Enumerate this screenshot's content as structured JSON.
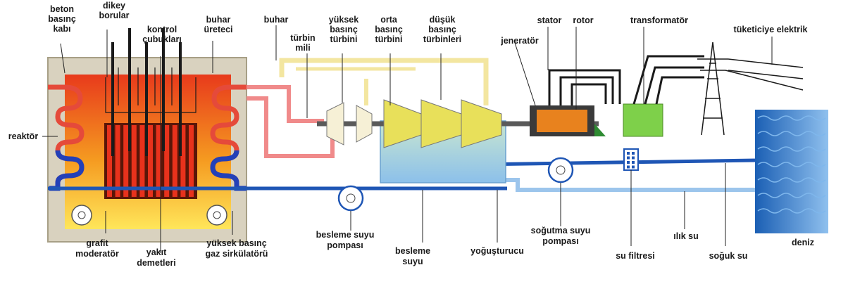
{
  "labels": {
    "beton": [
      "beton",
      "basınç",
      "kabı"
    ],
    "dikey": [
      "dikey",
      "borular"
    ],
    "kontrol": [
      "kontrol",
      "çubukları"
    ],
    "buhar_ureteci": [
      "buhar",
      "üreteci"
    ],
    "buhar": [
      "buhar"
    ],
    "turbin_mili": [
      "türbin",
      "mili"
    ],
    "yuksek_turbin": [
      "yüksek",
      "basınç",
      "türbini"
    ],
    "orta_turbin": [
      "orta",
      "basınç",
      "türbini"
    ],
    "dusuk_turbin": [
      "düşük",
      "basınç",
      "türbinleri"
    ],
    "jenerator": [
      "jeneratör"
    ],
    "stator": [
      "stator"
    ],
    "rotor": [
      "rotor"
    ],
    "transformator": [
      "transformatör"
    ],
    "tuketici": [
      "tüketiciye elektrik"
    ],
    "reaktor": [
      "reaktör"
    ],
    "grafit": [
      "grafit",
      "moderatör"
    ],
    "yakit": [
      "yakıt",
      "demetleri"
    ],
    "gaz": [
      "yüksek basınç",
      "gaz sirkülatörü"
    ],
    "besleme_pompa": [
      "besleme suyu",
      "pompası"
    ],
    "besleme_suyu": [
      "besleme",
      "suyu"
    ],
    "yogusturucu": [
      "yoğuşturucu"
    ],
    "sogutma": [
      "soğutma suyu",
      "pompası"
    ],
    "filtre": [
      "su filtresi"
    ],
    "ilik": [
      "ılık su"
    ],
    "soguk": [
      "soğuk su"
    ],
    "deniz": [
      "deniz"
    ]
  },
  "colors": {
    "hot_pipe": "#f08a8a",
    "steam_pipe": "#f3e6a0",
    "cold_pipe": "#1f56b5",
    "light_water": "#9cc5ec",
    "sea": "#2f78c8",
    "generator": "#e8821e",
    "transformer": "#7ed04a"
  },
  "icons": [
    "pump-icon",
    "water-filter-icon",
    "pylon-icon",
    "sea-waves-icon"
  ]
}
